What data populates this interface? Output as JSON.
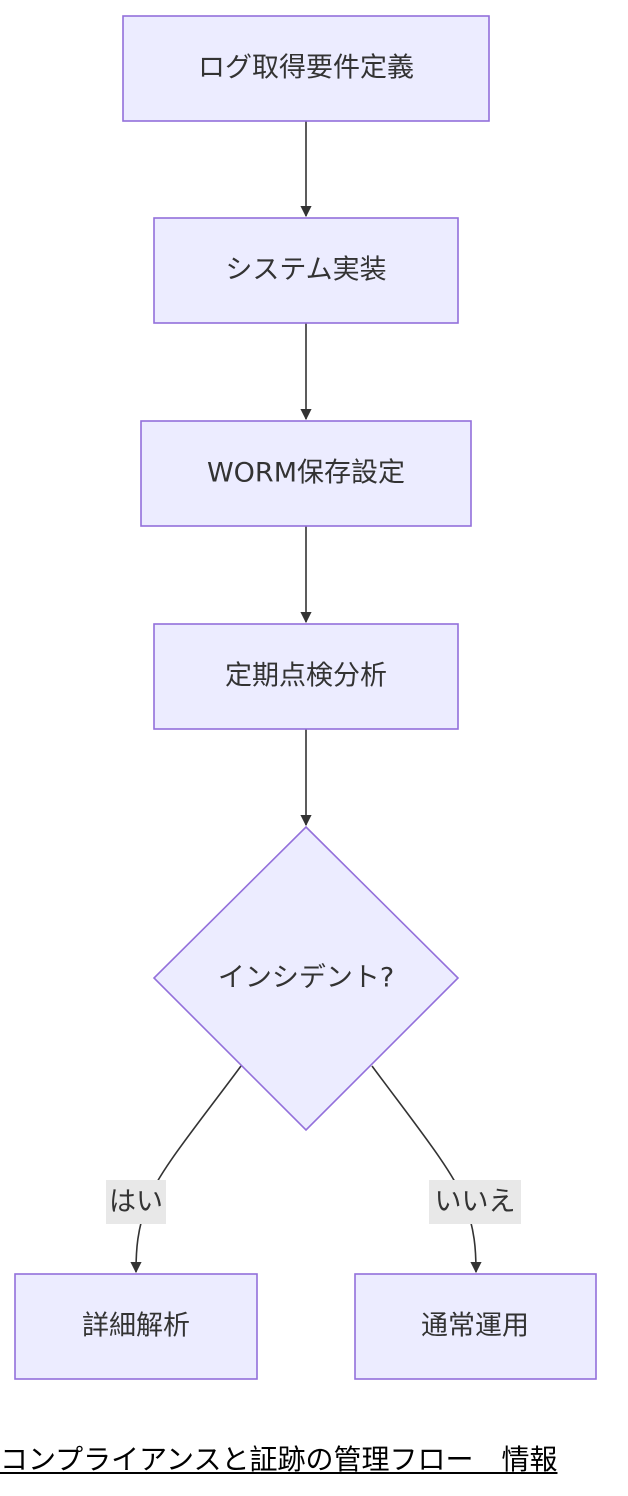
{
  "nodes": {
    "requirements": "ログ取得要件定義",
    "implementation": "システム実装",
    "worm": "WORM保存設定",
    "inspection": "定期点検分析",
    "decision": "インシデント?",
    "analysis": "詳細解析",
    "normal": "通常運用"
  },
  "edges": {
    "yes": "はい",
    "no": "いいえ"
  },
  "caption": "コンプライアンスと証跡の管理フロー　情報",
  "colors": {
    "node_fill": "#ececff",
    "node_stroke": "#9370db",
    "edge": "#333333",
    "label_bg": "#e8e8e8"
  }
}
